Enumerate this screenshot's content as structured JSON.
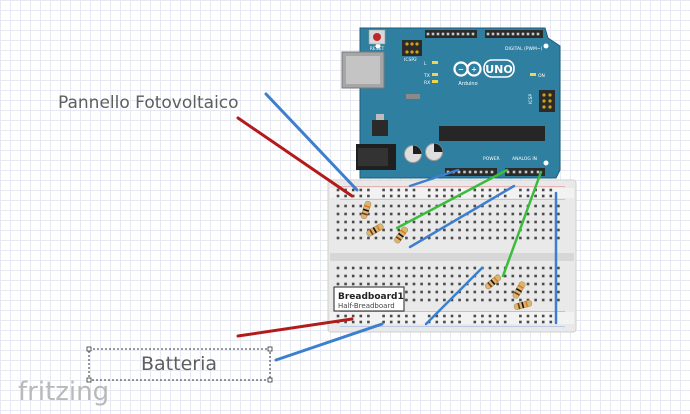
{
  "labels": {
    "panel": "Pannello Fotovoltaico",
    "battery": "Batteria",
    "brand": "fritzing"
  },
  "breadboard": {
    "title": "Breadboard1",
    "subtitle": "Half-Breadboard"
  },
  "arduino": {
    "reset": "RESET",
    "icsp2": "ICSP2",
    "icsp": "ICSP",
    "digital": "DIGITAL (PWM~)",
    "model": "UNO",
    "brand": "Arduino",
    "on": "ON",
    "led_l": "L",
    "led_tx": "TX",
    "led_rx": "RX",
    "power": "POWER",
    "analog": "ANALOG IN"
  },
  "colors": {
    "arduino_board": "#2e7fa0",
    "wire_red": "#b31b1b",
    "wire_blue": "#3d7fce",
    "wire_green": "#3cbc3c",
    "breadboard": "#e9e9e9",
    "header": "#2b2b2b"
  },
  "icons": {
    "arduino_logo": "infinity-icon",
    "reset_button": "reset-button-icon"
  }
}
